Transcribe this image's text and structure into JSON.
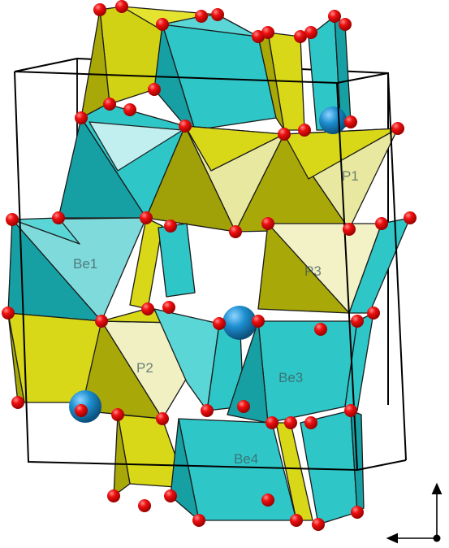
{
  "figure": {
    "polyhedra_labels": {
      "be1": "Be1",
      "be3": "Be3",
      "be4": "Be4",
      "p1": "P1",
      "p2": "P2",
      "p3": "P3"
    },
    "colors": {
      "background": "#ffffff",
      "be_tetrahedra": "#2fc6c8",
      "be_tetrahedra_dark": "#17a0a3",
      "p_tetrahedra": "#d8d818",
      "p_tetrahedra_dark": "#a8a808",
      "oxygen_atoms": "#e60000",
      "cation_spheres": "#1e8fd0",
      "unit_cell": "#000000"
    },
    "axis_indicator_icon": "orientation-axes-icon"
  }
}
